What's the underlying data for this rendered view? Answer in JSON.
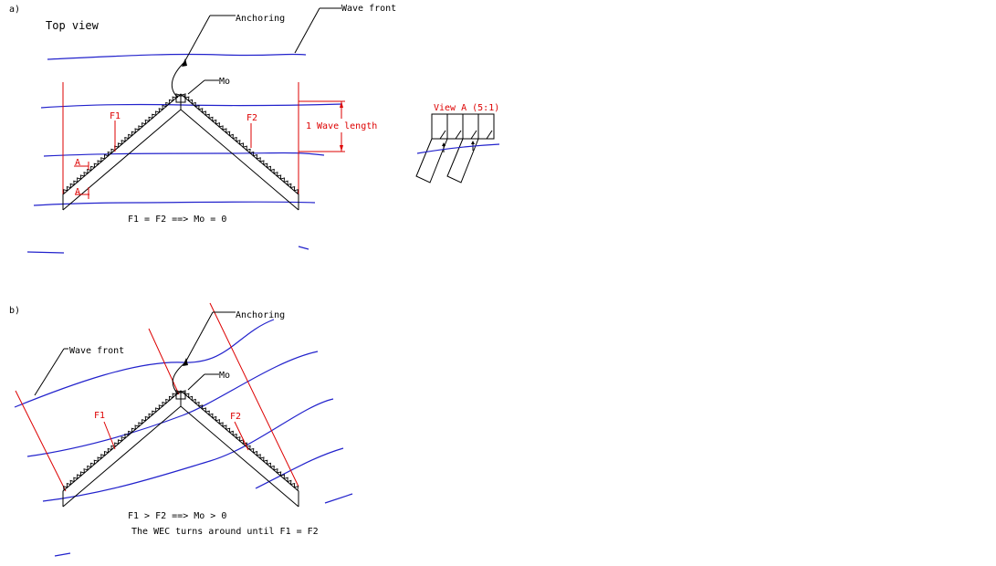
{
  "colors": {
    "wave": "#2222cc",
    "dimension": "#dd0000",
    "outline": "#000000"
  },
  "panel_a": {
    "label": "a)",
    "title": "Top view",
    "wave_front_label": "Wave front",
    "anchoring_label": "Anchoring",
    "moment_label": "Mo",
    "force_left": "F1",
    "force_right": "F2",
    "wave_length_label": "1 Wave length",
    "section_marker": "A",
    "equation": "F1 = F2 ==> Mo = 0"
  },
  "detail": {
    "title": "View A (5:1)"
  },
  "panel_b": {
    "label": "b)",
    "wave_front_label": "Wave front",
    "anchoring_label": "Anchoring",
    "moment_label": "Mo",
    "force_left": "F1",
    "force_right": "F2",
    "equation": "F1 > F2 ==> Mo > 0",
    "note": "The WEC turns around until F1 = F2"
  }
}
